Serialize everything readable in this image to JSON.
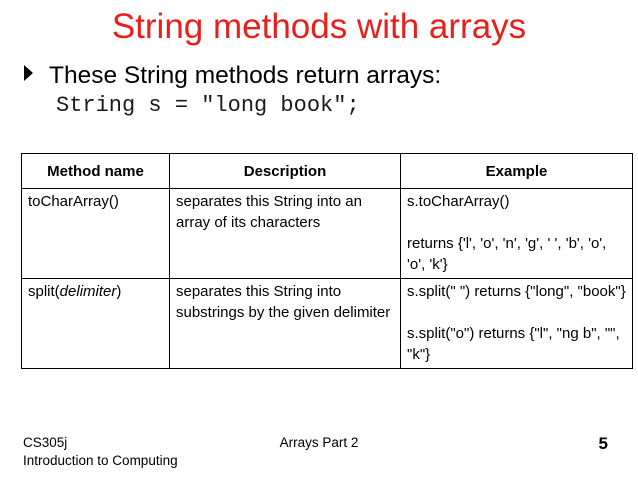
{
  "slide": {
    "title": "String methods with arrays",
    "bullet": "These String methods return arrays:",
    "code": "String s = \"long book\";"
  },
  "table": {
    "headers": [
      "Method name",
      "Description",
      "Example"
    ],
    "rows": [
      {
        "method_prefix": "toCharArray()",
        "method_param": "",
        "method_suffix": "",
        "description": "separates this String into an array of its characters",
        "example_lines": [
          "s.toCharArray()",
          "",
          "returns {'l', 'o', 'n', 'g', ' ', 'b', 'o', 'o', 'k'}"
        ]
      },
      {
        "method_prefix": "split(",
        "method_param": "delimiter",
        "method_suffix": ")",
        "description": "separates this String into substrings by the given delimiter",
        "example_lines": [
          "s.split(\" \") returns {\"long\", \"book\"}",
          "",
          "s.split(\"o\") returns {\"l\", \"ng b\", \"\", \"k\"}"
        ]
      }
    ]
  },
  "footer": {
    "course_line1": "CS305j",
    "course_line2": "Introduction to Computing",
    "topic": "Arrays Part 2",
    "page_number": "5"
  },
  "colors": {
    "title": "#e8201c",
    "text": "#000000"
  }
}
